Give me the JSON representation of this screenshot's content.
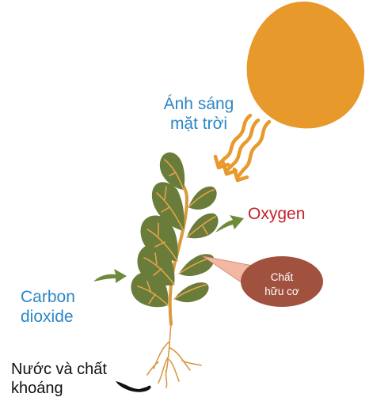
{
  "labels": {
    "sunlight_line1": "Ánh sáng",
    "sunlight_line2": "mặt trời",
    "oxygen": "Oxygen",
    "co2_line1": "Carbon",
    "co2_line2": "dioxide",
    "water_line1": "Nước và chất",
    "water_line2": "khoáng",
    "organic_line1": "Chất",
    "organic_line2": "hữu cơ"
  },
  "colors": {
    "sun": "#e8992c",
    "sunlight_rays": "#e8992c",
    "leaf": "#6a7c3a",
    "leaf_vein": "#e3a44a",
    "stem": "#d99a3c",
    "roots": "#d89a45",
    "green_arrows": "#6f8a3a",
    "organic_bubble": "#a0523f",
    "organic_pointer": "#f3b8a4",
    "oxygen_text": "#c4212c",
    "blue_text": "#2d86c6",
    "water_arrow": "#111111"
  },
  "icons": [
    "sun-icon",
    "light-ray-icon",
    "leaf-icon",
    "root-icon",
    "arrow-icon"
  ]
}
